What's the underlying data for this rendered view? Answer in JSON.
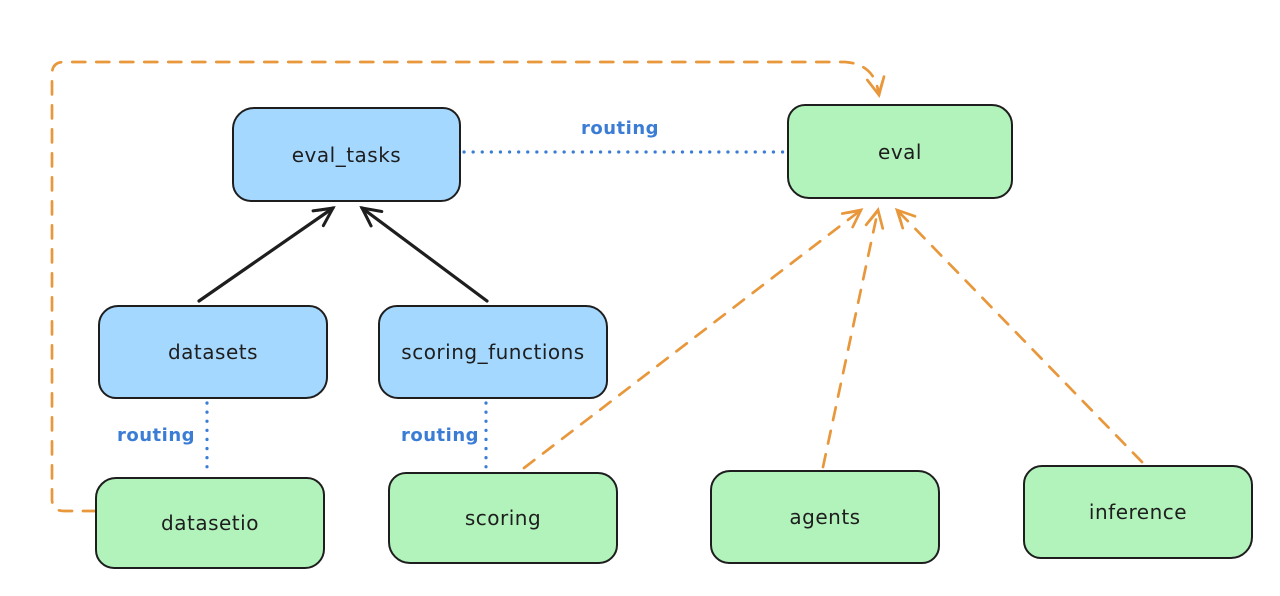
{
  "diagram": {
    "nodes": {
      "eval_tasks": {
        "label": "eval_tasks",
        "fill": "#a5d8ff"
      },
      "eval": {
        "label": "eval",
        "fill": "#b2f2bb"
      },
      "datasets": {
        "label": "datasets",
        "fill": "#a5d8ff"
      },
      "scoring_functions": {
        "label": "scoring_functions",
        "fill": "#a5d8ff"
      },
      "datasetio": {
        "label": "datasetio",
        "fill": "#b2f2bb"
      },
      "scoring": {
        "label": "scoring",
        "fill": "#b2f2bb"
      },
      "agents": {
        "label": "agents",
        "fill": "#b2f2bb"
      },
      "inference": {
        "label": "inference",
        "fill": "#b2f2bb"
      }
    },
    "edges": [
      {
        "from": "datasets",
        "to": "eval_tasks",
        "style": "solid",
        "color": "#1e1e1e",
        "arrow": true,
        "label": ""
      },
      {
        "from": "scoring_functions",
        "to": "eval_tasks",
        "style": "solid",
        "color": "#1e1e1e",
        "arrow": true,
        "label": ""
      },
      {
        "from": "eval_tasks",
        "to": "eval",
        "style": "dotted",
        "color": "#3b7cd5",
        "arrow": false,
        "label": "routing"
      },
      {
        "from": "datasets",
        "to": "datasetio",
        "style": "dotted",
        "color": "#3b7cd5",
        "arrow": false,
        "label": "routing"
      },
      {
        "from": "scoring_functions",
        "to": "scoring",
        "style": "dotted",
        "color": "#3b7cd5",
        "arrow": false,
        "label": "routing"
      },
      {
        "from": "datasetio",
        "to": "eval",
        "style": "dashed",
        "color": "#e8973b",
        "arrow": true,
        "label": ""
      },
      {
        "from": "scoring",
        "to": "eval",
        "style": "dashed",
        "color": "#e8973b",
        "arrow": true,
        "label": ""
      },
      {
        "from": "agents",
        "to": "eval",
        "style": "dashed",
        "color": "#e8973b",
        "arrow": true,
        "label": ""
      },
      {
        "from": "inference",
        "to": "eval",
        "style": "dashed",
        "color": "#e8973b",
        "arrow": true,
        "label": ""
      }
    ],
    "colors": {
      "node_blue_fill": "#a5d8ff",
      "node_green_fill": "#b2f2bb",
      "stroke": "#1e1e1e",
      "routing_blue": "#3b7cd5",
      "orange": "#e8973b",
      "background": "#ffffff"
    }
  }
}
